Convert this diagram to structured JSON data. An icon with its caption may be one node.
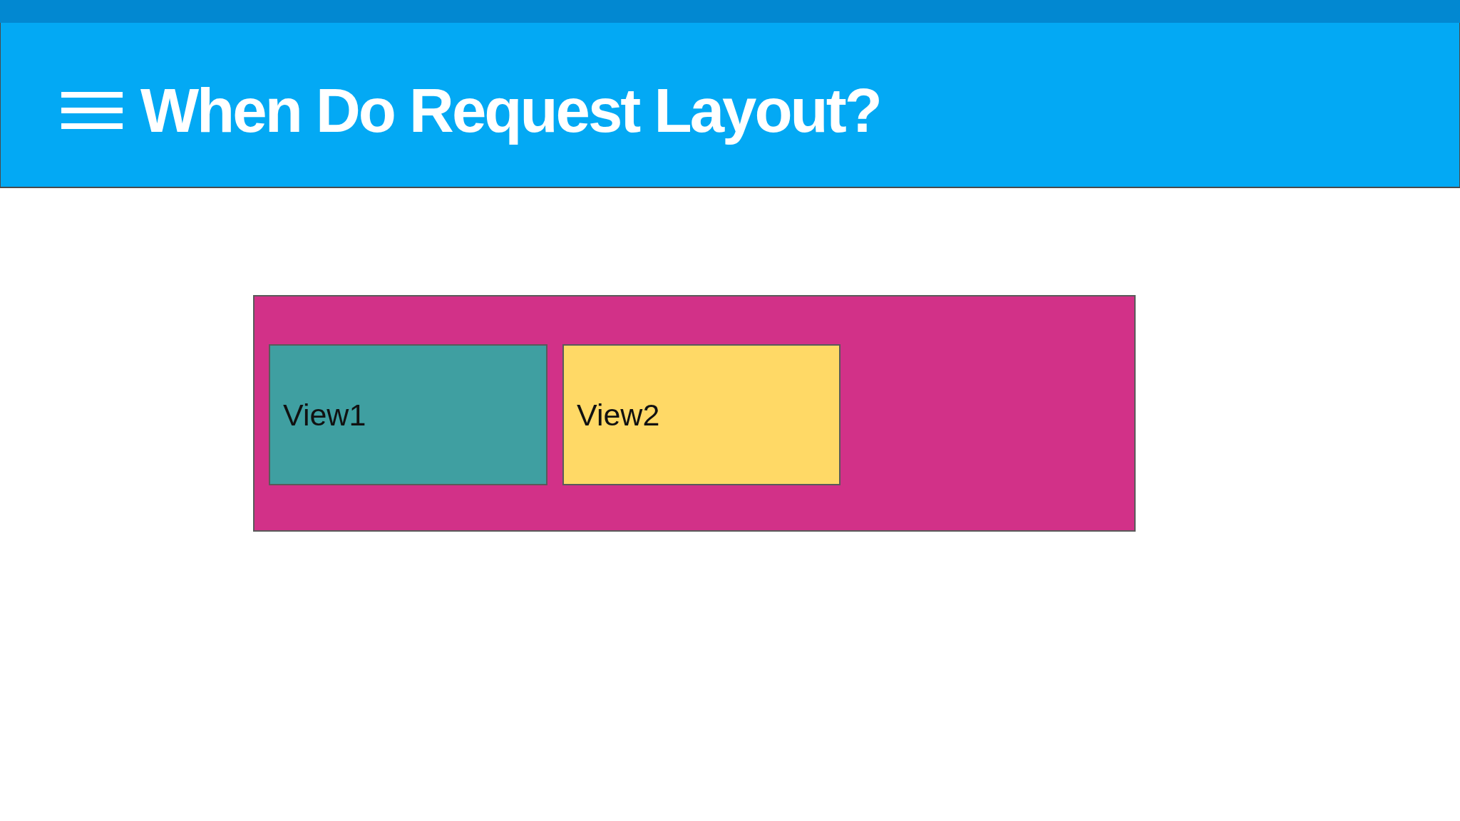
{
  "diagram": {
    "title": "When Do Request Layout?",
    "nodes": [
      {
        "text": [],
        "shape": "box"
      },
      {
        "text": [
          "View1"
        ],
        "in": 0
      },
      {
        "text": [
          "View2"
        ],
        "in": 0
      }
    ]
  }
}
